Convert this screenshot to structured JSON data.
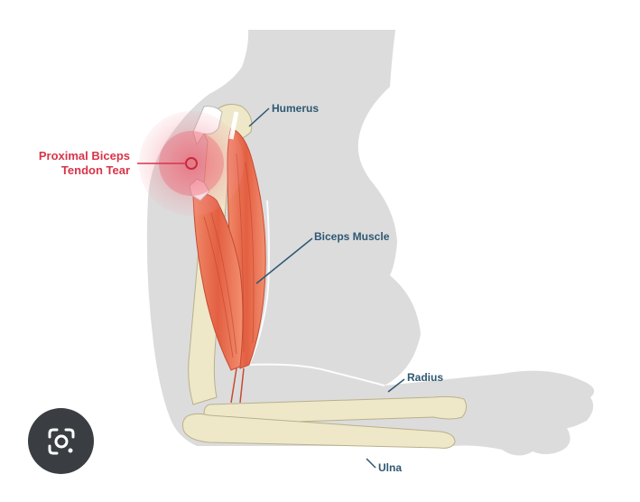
{
  "labels": {
    "tear_line1": "Proximal Biceps",
    "tear_line2": "Tendon Tear",
    "humerus": "Humerus",
    "biceps_muscle": "Biceps Muscle",
    "radius": "Radius",
    "ulna": "Ulna"
  },
  "colors": {
    "body_silhouette": "#dcdcdc",
    "bone": "#eee8c9",
    "muscle": "#e96d4e",
    "tear_highlight": "#e8475a",
    "label_text": "#2e5872",
    "tear_text": "#d7354a"
  },
  "icons": {
    "lens_button": "google-lens-icon"
  }
}
